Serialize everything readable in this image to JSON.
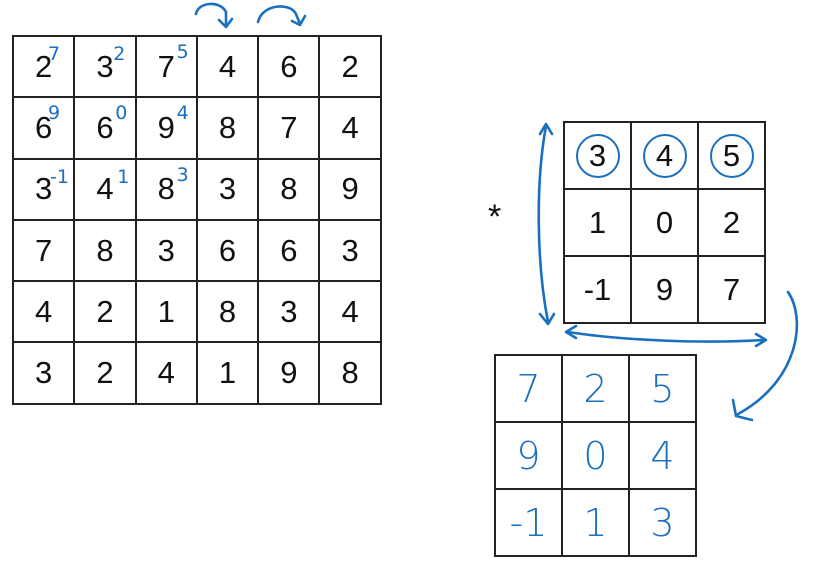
{
  "input_matrix": [
    [
      "2",
      "3",
      "7",
      "4",
      "6",
      "2"
    ],
    [
      "6",
      "6",
      "9",
      "8",
      "7",
      "4"
    ],
    [
      "3",
      "4",
      "8",
      "3",
      "8",
      "9"
    ],
    [
      "7",
      "8",
      "3",
      "6",
      "6",
      "3"
    ],
    [
      "4",
      "2",
      "1",
      "8",
      "3",
      "4"
    ],
    [
      "3",
      "2",
      "4",
      "1",
      "9",
      "8"
    ]
  ],
  "input_annotations": [
    [
      "7",
      "2",
      "5"
    ],
    [
      "9",
      "0",
      "4"
    ],
    [
      "-1",
      "1",
      "3"
    ]
  ],
  "operator": "*",
  "filter_matrix": [
    [
      "3",
      "4",
      "5"
    ],
    [
      "1",
      "0",
      "2"
    ],
    [
      "-1",
      "9",
      "7"
    ]
  ],
  "result_matrix": [
    [
      "7",
      "2",
      "5"
    ],
    [
      "9",
      "0",
      "4"
    ],
    [
      "-1",
      "1",
      "3"
    ]
  ],
  "colors": {
    "ink": "#111111",
    "annotation": "#1a6fbf"
  }
}
